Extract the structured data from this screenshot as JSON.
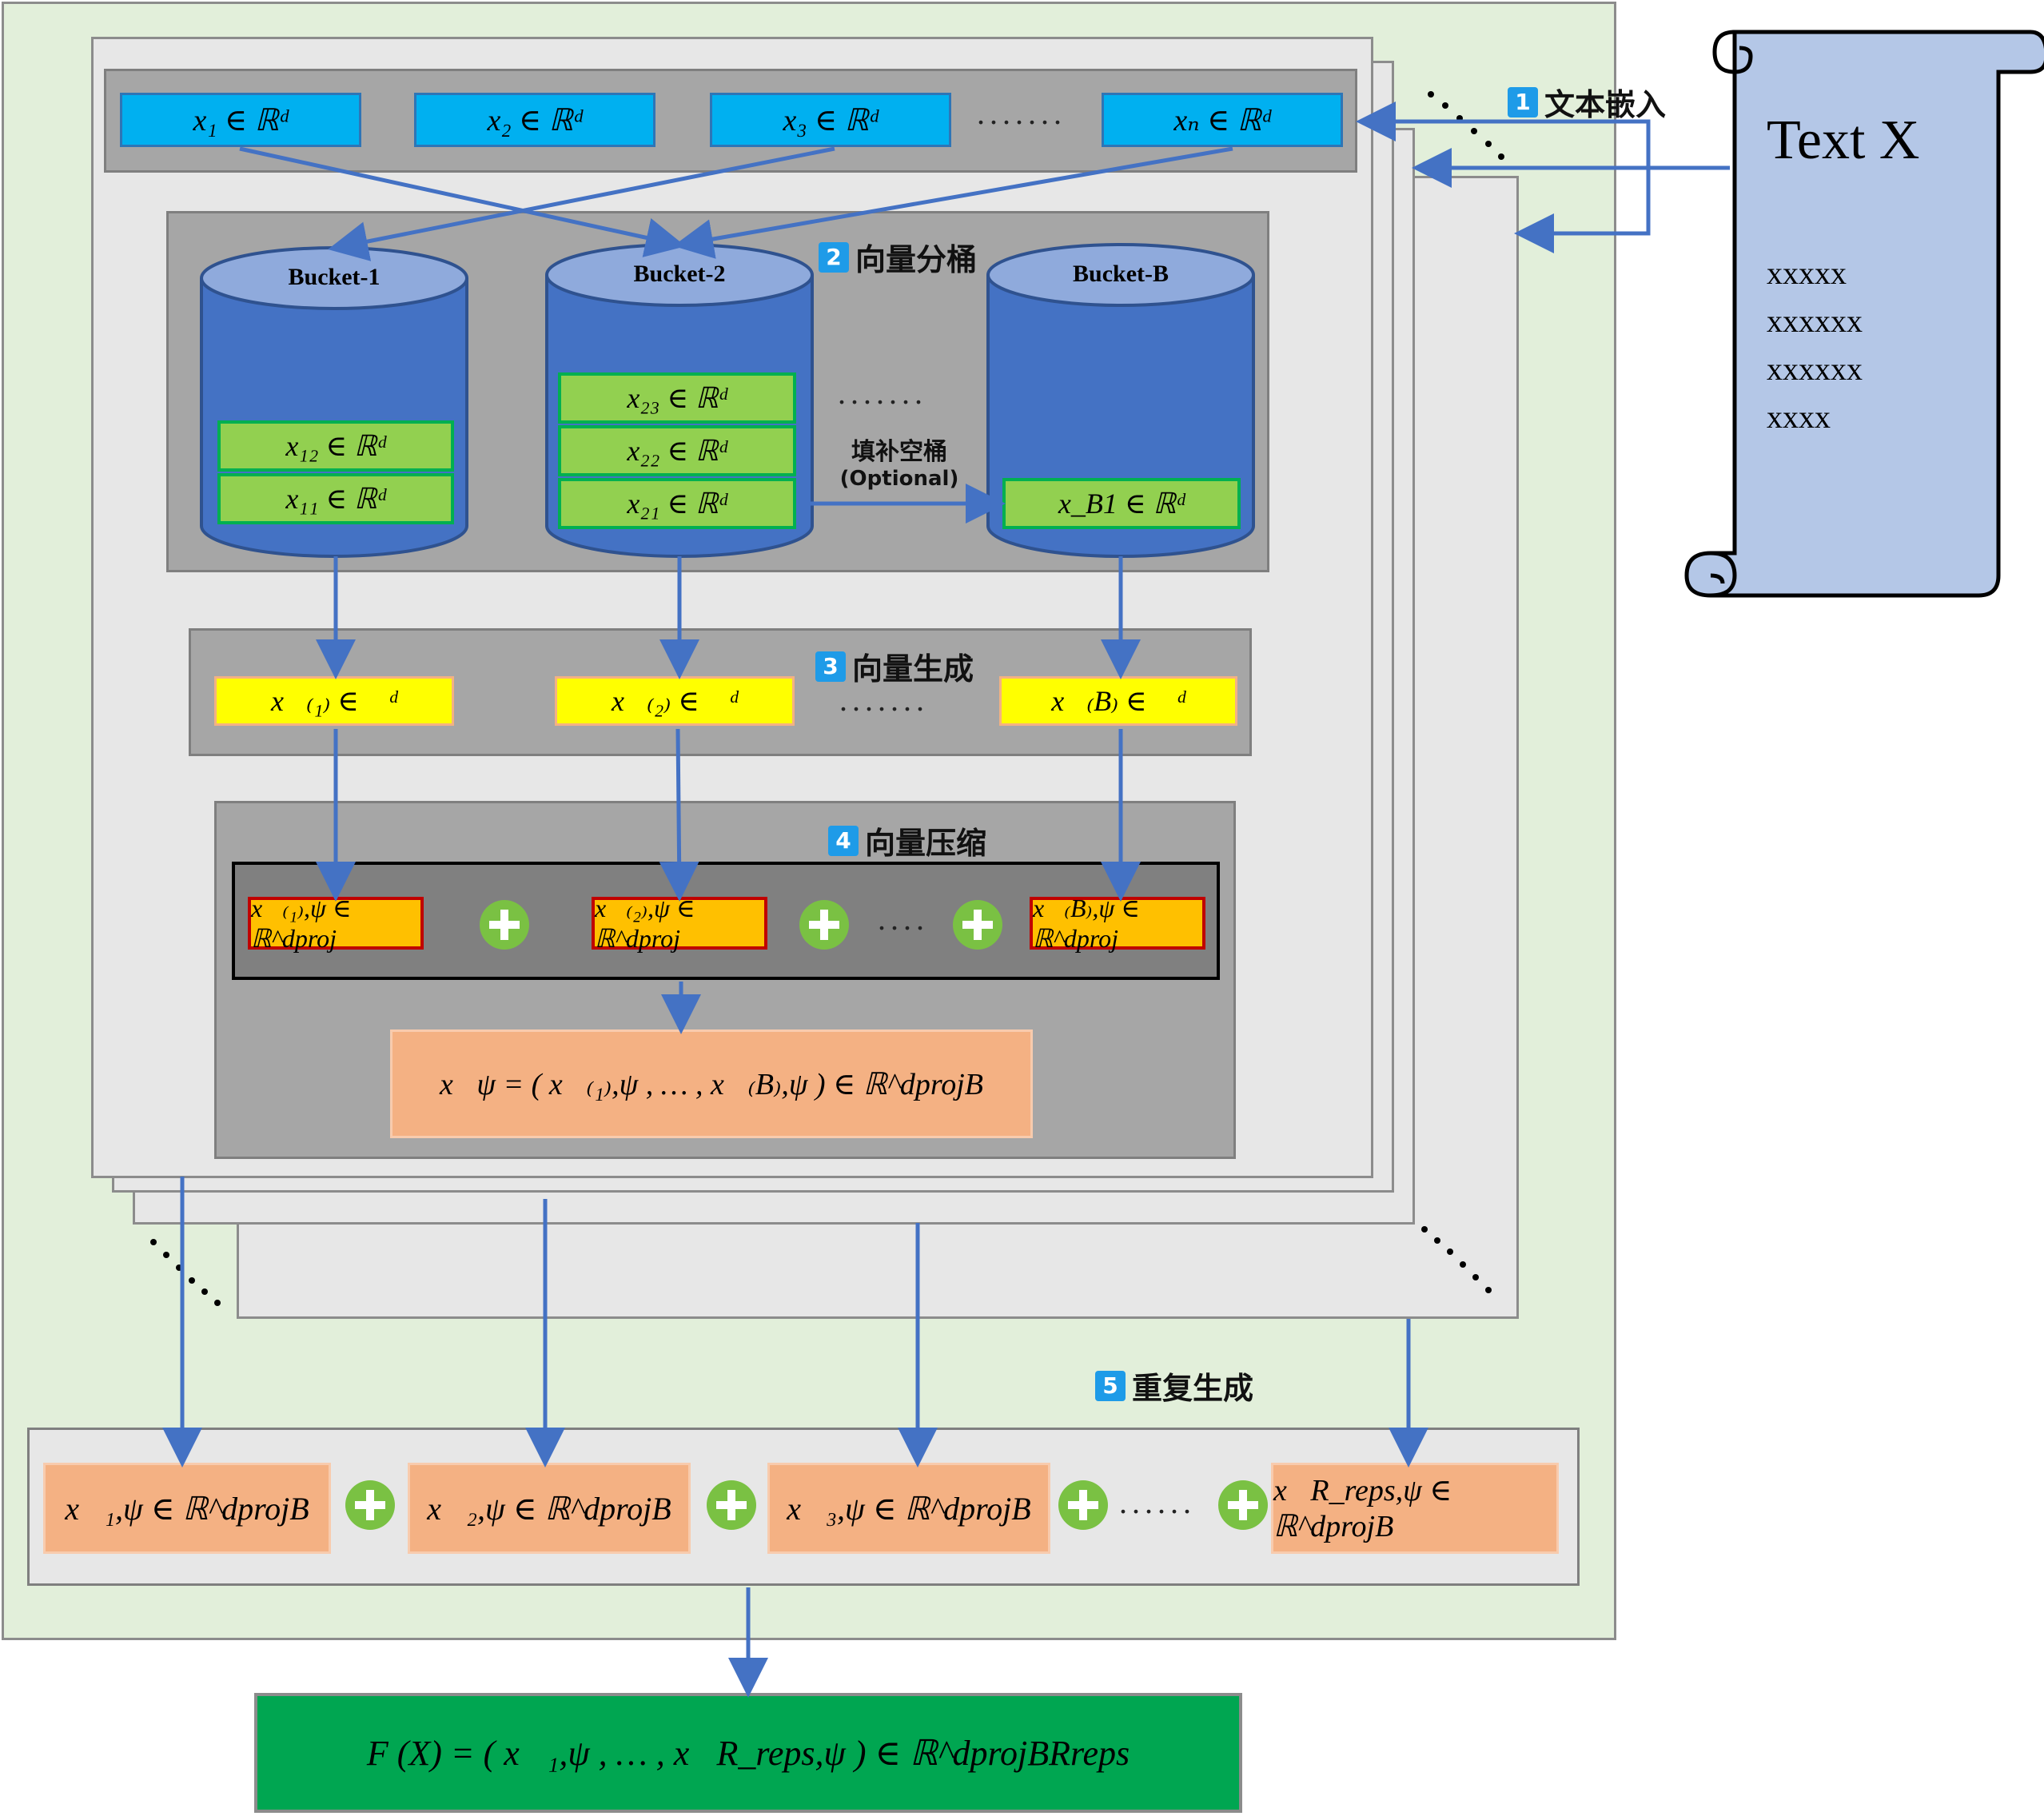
{
  "steps": {
    "s1": {
      "num": "1",
      "label": "文本嵌入"
    },
    "s2": {
      "num": "2",
      "label": "向量分桶"
    },
    "s3": {
      "num": "3",
      "label": "向量生成"
    },
    "s4": {
      "num": "4",
      "label": "向量压缩"
    },
    "s5": {
      "num": "5",
      "label": "重复生成"
    }
  },
  "text_doc": {
    "title": "Text X",
    "lines": [
      "xxxxx",
      "xxxxxx",
      "xxxxxx",
      "xxxx"
    ]
  },
  "embeddings": [
    "x₁ ∈ ℝᵈ",
    "x₂ ∈ ℝᵈ",
    "x₃ ∈ ℝᵈ",
    "xₙ ∈ ℝᵈ"
  ],
  "embeddings_dots": ".......",
  "buckets": [
    {
      "label": "Bucket-1",
      "cells": [
        "x₁₂ ∈ ℝᵈ",
        "x₁₁ ∈ ℝᵈ"
      ]
    },
    {
      "label": "Bucket-2",
      "cells": [
        "x₂₃ ∈ ℝᵈ",
        "x₂₂ ∈ ℝᵈ",
        "x₂₁ ∈ ℝᵈ"
      ]
    },
    {
      "label": "Bucket-B",
      "cells": [
        "x_B1 ∈ ℝᵈ"
      ]
    }
  ],
  "bucket_dots": ".......",
  "fill_empty": {
    "line1": "填补空桶",
    "line2": "(Optional)"
  },
  "generated": [
    "x⃗₍₁₎ ∈ ℝᵈ",
    "x⃗₍₂₎ ∈ ℝᵈ",
    "x⃗₍B₎ ∈ ℝᵈ"
  ],
  "generated_dots": ".......",
  "compressed": [
    "x⃗₍₁₎,ψ ∈ ℝ^dproj",
    "x⃗₍₂₎,ψ ∈ ℝ^dproj",
    "x⃗₍B₎,ψ ∈ ℝ^dproj"
  ],
  "compressed_dots": "....",
  "concat": "x⃗ψ = ( x⃗₍₁₎,ψ , … , x⃗₍B₎,ψ ) ∈ ℝ^dprojB",
  "repeats": [
    "x⃗₁,ψ ∈ ℝ^dprojB",
    "x⃗₂,ψ ∈ ℝ^dprojB",
    "x⃗₃,ψ ∈ ℝ^dprojB",
    "x⃗R_reps,ψ ∈ ℝ^dprojB"
  ],
  "repeats_dots": "......",
  "final": "F (X) = ( x⃗₁,ψ , … , x⃗R_reps,ψ ) ∈ ℝ^dprojBRreps",
  "colors": {
    "outer_bg": "#e2efda",
    "panel": "#a6a6a6",
    "embedding": "#00b0f0",
    "bucket": "#4472c4",
    "bucket_cell": "#92d050",
    "generated": "#ffff00",
    "compressed": "#ffc000",
    "salmon": "#f4b183",
    "final": "#00a651",
    "arrow": "#4472c4"
  }
}
